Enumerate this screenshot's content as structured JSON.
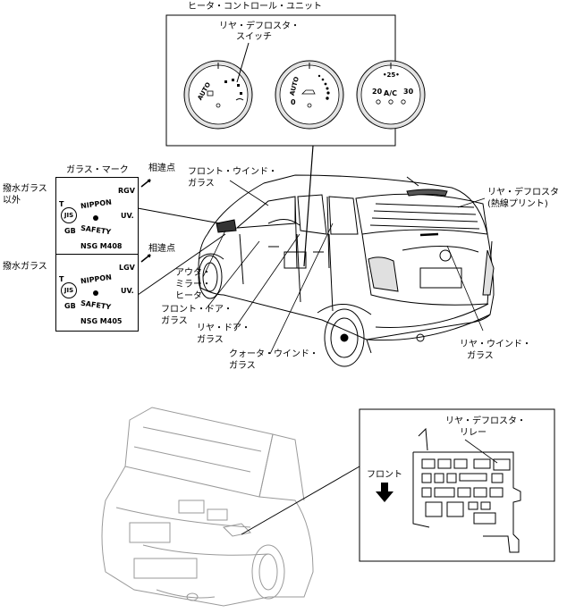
{
  "heater": {
    "title": "ヒータ・コントロール・ユニット",
    "switch_label_1": "リヤ・デフロスタ・",
    "switch_label_2": "スイッチ",
    "dial1_auto": "AUTO",
    "dial2_auto": "AUTO",
    "dial2_zero": "0",
    "dial3_20": "20",
    "dial3_ac": "A/C",
    "dial3_30": "30",
    "dial3_top": "•25•"
  },
  "glass_mark": {
    "title": "ガラス・マーク",
    "diff_point_1": "相違点",
    "diff_point_2": "相違点",
    "upper": {
      "t": "T",
      "code": "RGV",
      "uv": "UV.",
      "jis": "JIS",
      "gb": "GB",
      "nippon": "NIPPON",
      "safety": "SAFETY",
      "model": "NSG M408"
    },
    "lower": {
      "t": "T",
      "code": "LGV",
      "uv": "UV.",
      "jis": "JIS",
      "gb": "GB",
      "nippon": "NIPPON",
      "safety": "SAFETY",
      "model": "NSG M405"
    },
    "side_upper_1": "撥水ガラス",
    "side_upper_2": "以外",
    "side_lower": "撥水ガラス"
  },
  "car_labels": {
    "front_window_1": "フロント・ウインド・",
    "front_window_2": "ガラス",
    "rear_defroster_1": "リヤ・デフロスタ",
    "rear_defroster_2": "(熱線プリント)",
    "outer_mirror_1": "アウタ・",
    "outer_mirror_2": "ミラー・",
    "outer_mirror_3": "ヒータ",
    "front_door_1": "フロント・ドア・",
    "front_door_2": "ガラス",
    "rear_door_1": "リヤ・ドア・",
    "rear_door_2": "ガラス",
    "quarter_1": "クォータ・ウインド・",
    "quarter_2": "ガラス",
    "rear_window_1": "リヤ・ウインド・",
    "rear_window_2": "ガラス"
  },
  "relay": {
    "label_1": "リヤ・デフロスタ・",
    "label_2": "リレー",
    "front": "フロント"
  }
}
